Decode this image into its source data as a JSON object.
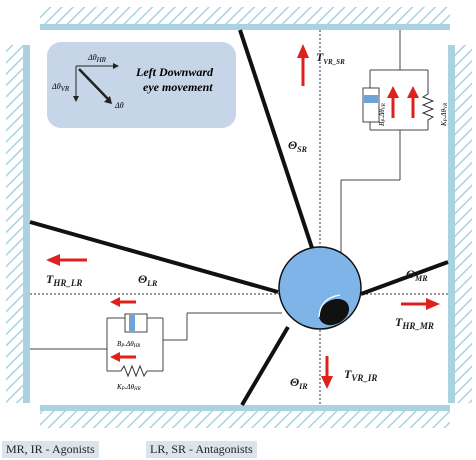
{
  "labels": {
    "theta_sr": "Θ",
    "theta_sr_sub": "SR",
    "theta_lr": "Θ",
    "theta_lr_sub": "LR",
    "theta_mr": "Θ",
    "theta_mr_sub": "MR",
    "theta_ir": "Θ",
    "theta_ir_sub": "IR",
    "t_vr_sr": "T",
    "t_vr_sr_sub": "VR_SR",
    "t_hr_lr": "T",
    "t_hr_lr_sub": "HR_LR",
    "t_hr_mr": "T",
    "t_hr_mr_sub": "HR_MR",
    "t_vr_ir": "T",
    "t_vr_ir_sub": "VR_IR"
  },
  "vertical_unit": {
    "damper_label": "B",
    "damper_sub": "P",
    "damper_term": ".Δθ",
    "damper_term_sub": "VR",
    "spring_label": "K",
    "spring_sub": "P",
    "spring_term": ".Δθ",
    "spring_term_sub": "VR"
  },
  "horizontal_unit": {
    "damper_label": "B",
    "damper_sub": "P",
    "damper_term": ".Δθ",
    "damper_term_sub": "HR",
    "spring_label": "K",
    "spring_sub": "P",
    "spring_term": ".Δθ",
    "spring_term_sub": "HR"
  },
  "inset": {
    "title_line1": "Left Downward",
    "title_line2": "eye movement",
    "delta_hr": "Δθ",
    "delta_hr_sub": "HR",
    "delta_vr": "Δθ",
    "delta_vr_sub": "VR",
    "delta_total": "Δθ"
  },
  "legend": {
    "agonists": "MR, IR - Agonists",
    "antagonists": "LR, SR - Antagonists"
  },
  "colors": {
    "wall": "#a9d3e0",
    "arrow": "#e0201c",
    "eye": "#7fb4e8",
    "inset_bg": "#c6d5e8",
    "legend_bg": "#dbe3ec"
  }
}
